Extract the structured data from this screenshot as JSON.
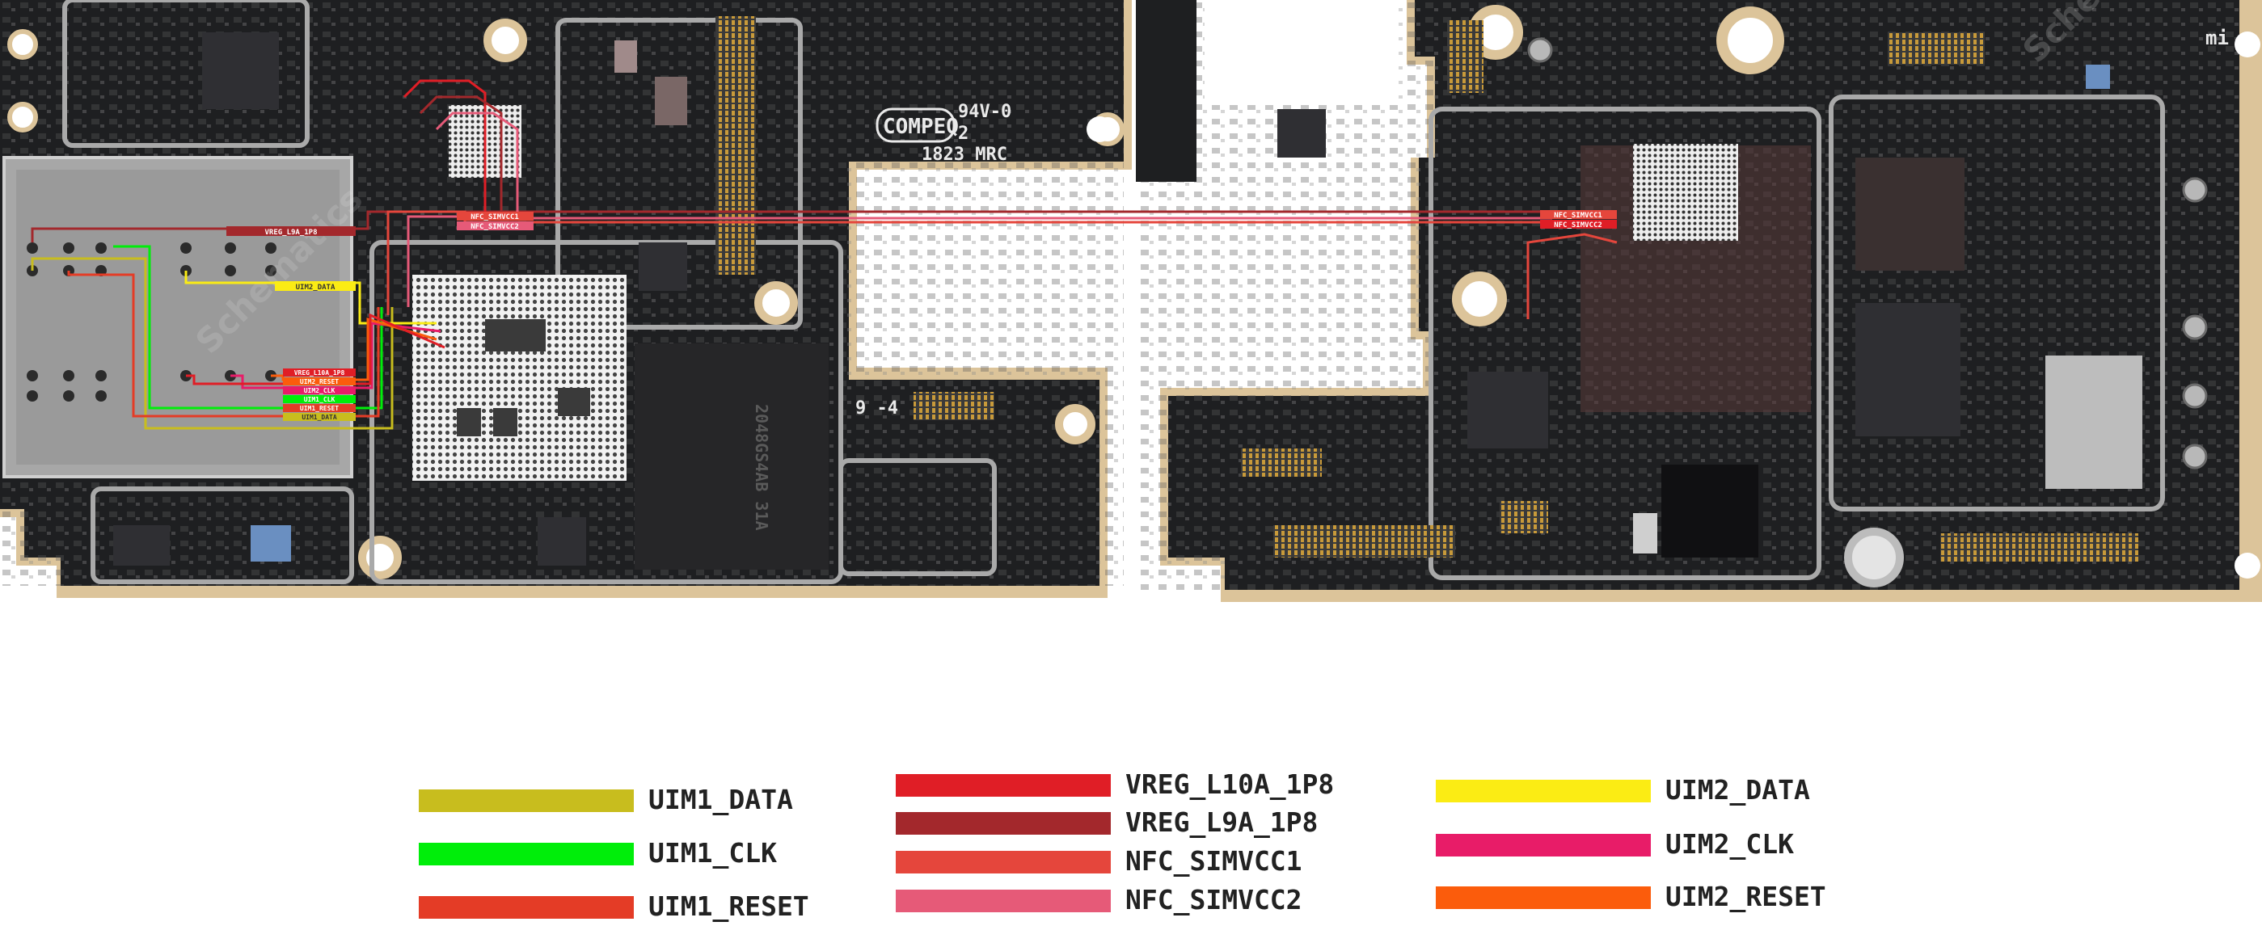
{
  "board": {
    "silkscreen": {
      "maker": "COMPEQ",
      "rating": "94V-0",
      "revision": "2",
      "date_code": "1823 MRC",
      "layer_mark": "9 -4",
      "chip_marking": "2048GS4AB 31A",
      "brand_mark": "mi"
    },
    "watermark": "Schematics",
    "pin_labels": {
      "left_vreg": "VREG_L9A_1P8",
      "uim2_data": "UIM2_DATA",
      "nfc1": "NFC_SIMVCC1",
      "nfc2": "NFC_SIMVCC2",
      "stack": [
        "VREG_L10A_1P8",
        "UIM2_RESET",
        "UIM2_CLK",
        "UIM1_CLK",
        "UIM1_RESET",
        "UIM1_DATA"
      ],
      "right_nfc1": "NFC_SIMVCC1",
      "right_nfc2": "NFC_SIMVCC2"
    }
  },
  "legend": [
    {
      "label": "UIM1_DATA",
      "color": "#c8bd1e"
    },
    {
      "label": "UIM1_CLK",
      "color": "#00ee0a"
    },
    {
      "label": "UIM1_RESET",
      "color": "#e43c26"
    },
    {
      "label": "VREG_L10A_1P8",
      "color": "#e01e26"
    },
    {
      "label": "VREG_L9A_1P8",
      "color": "#a3282c"
    },
    {
      "label": "NFC_SIMVCC1",
      "color": "#e5463c"
    },
    {
      "label": "NFC_SIMVCC2",
      "color": "#e65a78"
    },
    {
      "label": "UIM2_DATA",
      "color": "#fbec14"
    },
    {
      "label": "UIM2_CLK",
      "color": "#e81c68"
    },
    {
      "label": "UIM2_RESET",
      "color": "#fb5c0c"
    }
  ]
}
